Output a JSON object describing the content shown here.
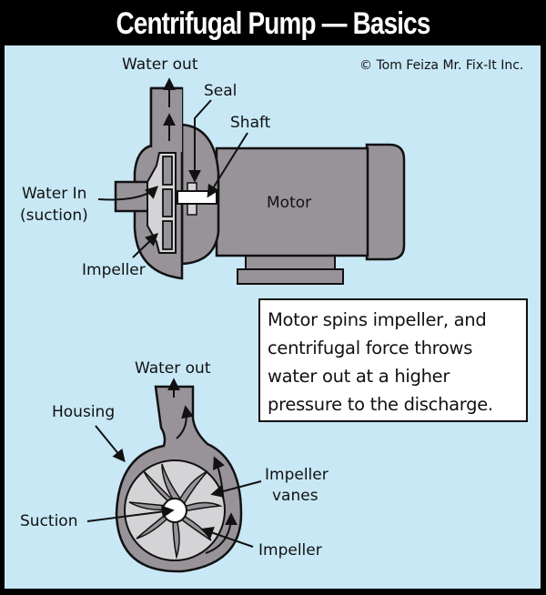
{
  "title": "Centrifugal Pump — Basics",
  "copyright": "© Tom Feiza Mr. Fix-It Inc.",
  "colors": {
    "background": "#000000",
    "panel": "#c8e8f6",
    "metal": "#989398",
    "impeller_light": "#d4d4d6",
    "outline": "#111111"
  },
  "side_view": {
    "labels": {
      "water_out": "Water out",
      "seal": "Seal",
      "shaft": "Shaft",
      "water_in": "Water In",
      "suction": "(suction)",
      "motor": "Motor",
      "impeller": "Impeller"
    }
  },
  "info_box": {
    "text": "Motor spins impeller, and centrifugal force throws water out at a higher pressure to the discharge."
  },
  "front_view": {
    "labels": {
      "water_out": "Water out",
      "housing": "Housing",
      "impeller_vanes_1": "Impeller",
      "impeller_vanes_2": "vanes",
      "suction": "Suction",
      "impeller": "Impeller"
    }
  }
}
